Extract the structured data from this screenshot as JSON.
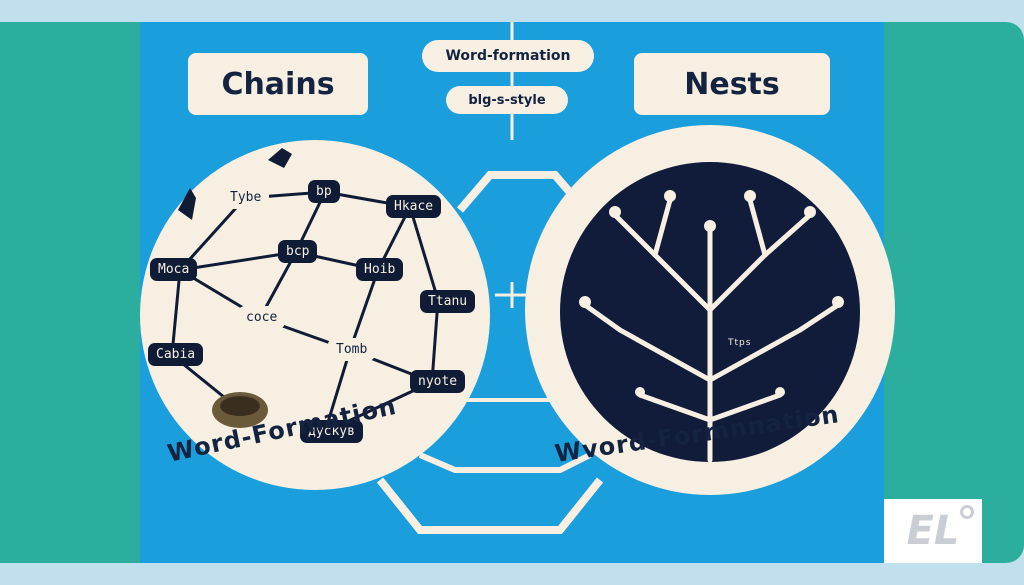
{
  "panels": {
    "left_title": "Chains",
    "right_title": "Nests",
    "top_label": "Word-formation",
    "sub_label": "blg-s-style"
  },
  "chain_words": [
    "Tybe",
    "bp",
    "Hkace",
    "Moca",
    "bcp",
    "Hoib",
    "Ttanu",
    "coce",
    "Cabia",
    "Tomb",
    "nyote",
    "дускув"
  ],
  "left_caption": "Word-Formation",
  "right_caption": "Wvord-Formnnation",
  "tree_words": [
    "Ttps"
  ],
  "logo_text": "EL",
  "colors": {
    "teal": "#2cae9f",
    "blue": "#1a9edc",
    "cream": "#f6efe2",
    "navy": "#101c36"
  }
}
